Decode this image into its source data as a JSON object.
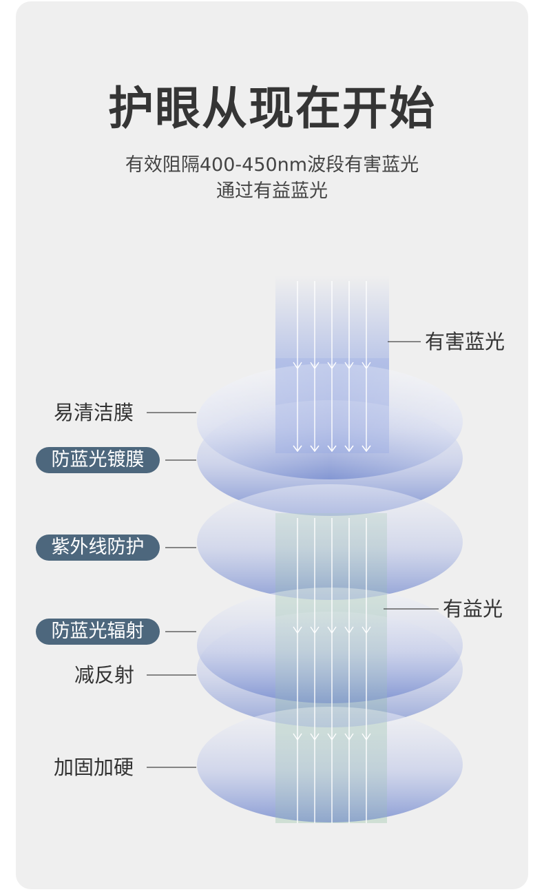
{
  "header": {
    "title": "护眼从现在开始",
    "subtitle_line1": "有效阻隔400-450nm波段有害蓝光",
    "subtitle_line2": "通过有益蓝光"
  },
  "beams": {
    "harmful_label": "有害蓝光",
    "beneficial_label": "有益光",
    "harmful_color": "#9fb0e4",
    "beneficial_color": "#a9cbb5"
  },
  "layers": [
    {
      "label": "易清洁膜",
      "highlighted": false
    },
    {
      "label": "防蓝光镀膜",
      "highlighted": true
    },
    {
      "label": "紫外线防护",
      "highlighted": true
    },
    {
      "label": "防蓝光辐射",
      "highlighted": true
    },
    {
      "label": "减反射",
      "highlighted": false
    },
    {
      "label": "加固加硬",
      "highlighted": false
    }
  ],
  "colors": {
    "background": "#efefef",
    "pill": "#4d677d",
    "lens_base": "#7a8fd0"
  }
}
